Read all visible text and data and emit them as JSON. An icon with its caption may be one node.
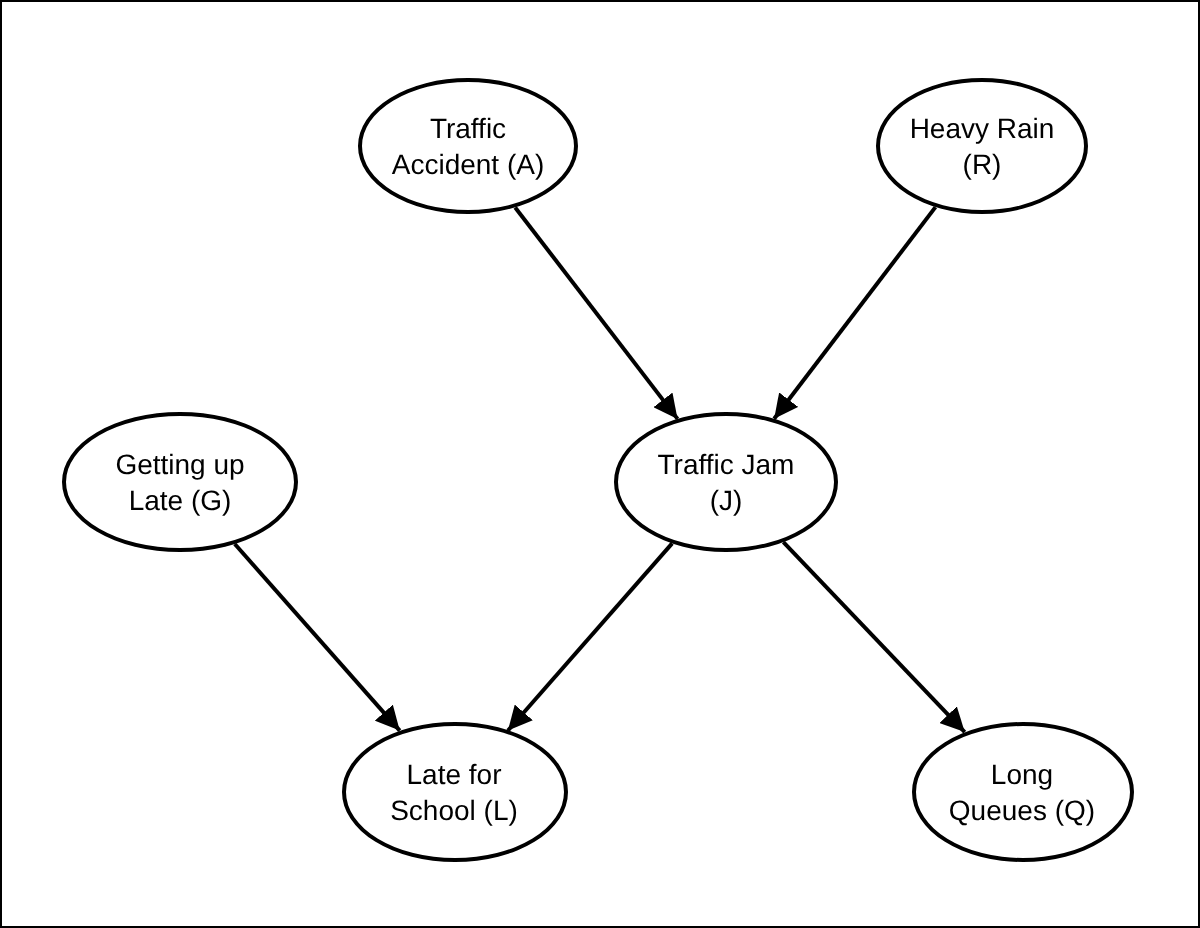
{
  "diagram": {
    "nodes": [
      {
        "text": [
          "Traffic Accident (A)"
        ]
      },
      {
        "text": [
          "Heavy Rain (R)"
        ]
      },
      {
        "text": [
          "Getting up Late (G)"
        ]
      },
      {
        "text": [
          "Traffic Jam (J)"
        ]
      },
      {
        "text": [
          "Late for School (L)"
        ]
      },
      {
        "text": [
          "Long Queues (Q)"
        ]
      }
    ],
    "edges": [
      {
        "from": 0,
        "to": 3,
        "arrow": "to"
      },
      {
        "from": 1,
        "to": 3,
        "arrow": "to"
      },
      {
        "from": 2,
        "to": 4,
        "arrow": "to"
      },
      {
        "from": 3,
        "to": 4,
        "arrow": "to"
      },
      {
        "from": 3,
        "to": 5,
        "arrow": "to"
      }
    ]
  }
}
